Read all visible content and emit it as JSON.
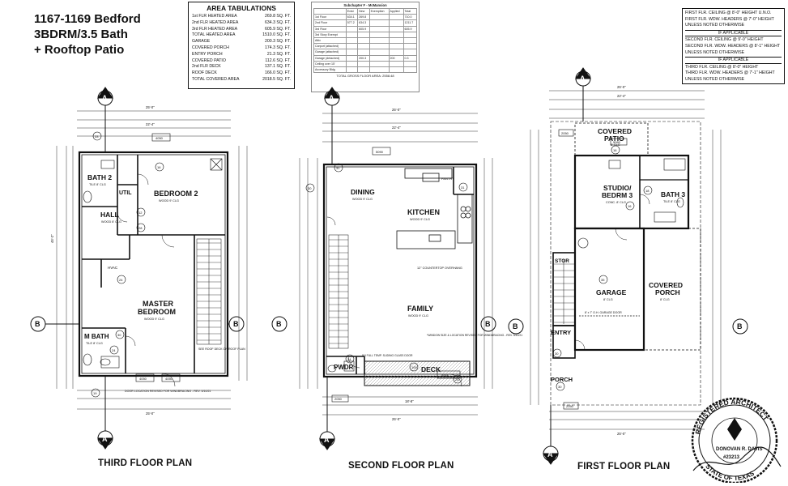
{
  "title": {
    "line1": "1167-1169 Bedford",
    "line2": "3BDRM/3.5 Bath",
    "line3": "+ Rooftop Patio"
  },
  "area_tabulations": {
    "heading": "AREA TABULATIONS",
    "rows": [
      {
        "label": "1st FLR HEATED AREA",
        "value": "269.8 SQ. FT."
      },
      {
        "label": "2nd FLR HEATED AREA",
        "value": "634.3 SQ. FT."
      },
      {
        "label": "3rd FLR HEATED AREA",
        "value": "605.9 SQ. FT."
      },
      {
        "label": "TOTAL HEATED AREA",
        "value": "1510.0 SQ. FT."
      },
      {
        "label": "GARAGE",
        "value": "200.3 SQ. FT."
      },
      {
        "label": "COVERED PORCH",
        "value": "174.3 SQ. FT."
      },
      {
        "label": "ENTRY PORCH",
        "value": "21.3 SQ. FT."
      },
      {
        "label": "COVERED PATIO",
        "value": "112.6 SQ. FT."
      },
      {
        "label": "2nd FLR DECK",
        "value": "137.1 SQ. FT."
      },
      {
        "label": "ROOF DECK",
        "value": "166.0 SQ. FT."
      },
      {
        "label": "TOTAL COVERED AREA",
        "value": "2018.5 SQ. FT."
      }
    ]
  },
  "subchapter": {
    "heading": "Subchapter F - McMansion",
    "cols": [
      "",
      "Exist",
      "New",
      "Exemption",
      "Applied",
      "Total"
    ],
    "rows": [
      [
        "1st Floor",
        "634.1",
        "269.8",
        "",
        "",
        "710.0"
      ],
      [
        "2nd Floor",
        "577.2",
        "634.3",
        "",
        "",
        "1211.7"
      ],
      [
        "3rd Floor",
        "",
        "605.9",
        "",
        "",
        "605.9"
      ],
      [
        "3rd Story Exempt",
        "",
        "",
        "",
        "",
        ""
      ],
      [
        "Attic",
        "",
        "",
        "",
        "",
        ""
      ],
      [
        "Carport (attached)",
        "",
        "",
        "",
        "",
        ""
      ],
      [
        "Garage (attached)",
        "",
        "",
        "",
        "",
        ""
      ],
      [
        "Garage (detached)",
        "",
        "200.3",
        "",
        "200",
        "0.3"
      ],
      [
        "Ceiling over 15'",
        "",
        "",
        "",
        "",
        ""
      ],
      [
        "Accessory Bldg",
        "",
        "",
        "",
        "",
        ""
      ]
    ],
    "footer": "TOTAL GROSS FLOOR AREA: 2558.48"
  },
  "ceiling_notes": {
    "l1": "FIRST FLR. CEILING @ 8'-0\" HEIGHT U.N.O.",
    "l2": "FIRST FLR. WDW. HEADERS @ 7'-0\" HEIGHT",
    "l3": "UNLESS NOTED OTHERWISE",
    "s1": "IF APPLICABLE",
    "l4": "SECOND FLR. CEILING @ 9'-0\" HEIGHT",
    "l5": "SECOND FLR. WDW. HEADERS @ 8'-1\" HEIGHT",
    "l6": "UNLESS NOTED OTHERWISE",
    "s2": "IF APPLICABLE",
    "l7": "THIRD FLR. CEILING @ 8'-0\" HEIGHT",
    "l8": "THIRD FLR. WDW. HEADERS @ 7'-1\" HEIGHT",
    "l9": "UNLESS NOTED OTHERWISE"
  },
  "third_floor": {
    "label": "THIRD FLOOR PLAN",
    "rooms": {
      "bath2": "BATH 2",
      "bath2_sub": "TILE 8' CLG",
      "bedroom2": "BEDROOM 2",
      "bedroom2_sub": "WOOD 9' CLG",
      "util": "UTIL",
      "hall": "HALL",
      "hall_sub": "WOOD 8' CLG",
      "master": "MASTER",
      "master2": "BEDROOM",
      "master_sub": "WOOD 9' CLG",
      "mbath": "M BATH",
      "mbath_sub": "TILE 8' CLG",
      "hvac": "HVAC"
    },
    "dims": {
      "top": "25'-0\"",
      "top2": "22'-4\"",
      "bottom": "25'-0\"",
      "left": "45'-2\""
    },
    "notes": {
      "relocate": "DOOR LOCATION REVISED FOR WINDBRACING - REV. 5/10/21",
      "roofdeck": "SEE ROOF DECK ON ROOF PLAN"
    }
  },
  "second_floor": {
    "label": "SECOND FLOOR PLAN",
    "rooms": {
      "dining": "DINING",
      "dining_sub": "WOOD 9' CLG",
      "kitchen": "KITCHEN",
      "kitchen_sub": "WOOD 9' CLG",
      "family": "FAMILY",
      "family_sub": "WOOD 9' CLG",
      "pwdr": "PWDR",
      "deck": "DECK",
      "pantry": "PANTRY",
      "overhang": "12\" COUNTERTOP OVERHANG"
    },
    "dims": {
      "top": "25'-0\"",
      "top2": "22'-4\"",
      "bottom": "25'-0\"",
      "bottom2": "18'-8\""
    },
    "notes": {
      "window": "*WINDOW SIZE & LOCATION REVISED FOR WINDBRACING - REV. 5/10/21",
      "slider": "8/4 FULL TEMP. SLIDING GLASS DOOR"
    }
  },
  "first_floor": {
    "label": "FIRST FLOOR PLAN",
    "rooms": {
      "patio": "COVERED",
      "patio2": "PATIO",
      "patio_sub": "8' CLG",
      "studio": "STUDIO/",
      "studio2": "BEDRM 3",
      "studio_sub": "CONC. 8' CLG",
      "bath3": "BATH 3",
      "bath3_sub": "TILE 8' CLG",
      "stor": "STOR",
      "garage": "GARAGE",
      "garage_sub": "8' CLG",
      "porch": "COVERED",
      "porch2": "PORCH",
      "porch_sub": "8' CLG",
      "entry": "ENTRY",
      "entry_porch": "PORCH",
      "garage_door": "8' x 7' O.H. GARAGE DOOR"
    },
    "dims": {
      "top": "25'-0\"",
      "top2": "22'-4\"",
      "bottom": "25'-0\""
    }
  },
  "markers": {
    "a": "A",
    "b": "B"
  },
  "seal": {
    "top": "REGISTERED ARCHITECT",
    "name": "DONOVAN R. DAVIS",
    "number": "#23213",
    "bottom": "STATE OF TEXAS"
  }
}
